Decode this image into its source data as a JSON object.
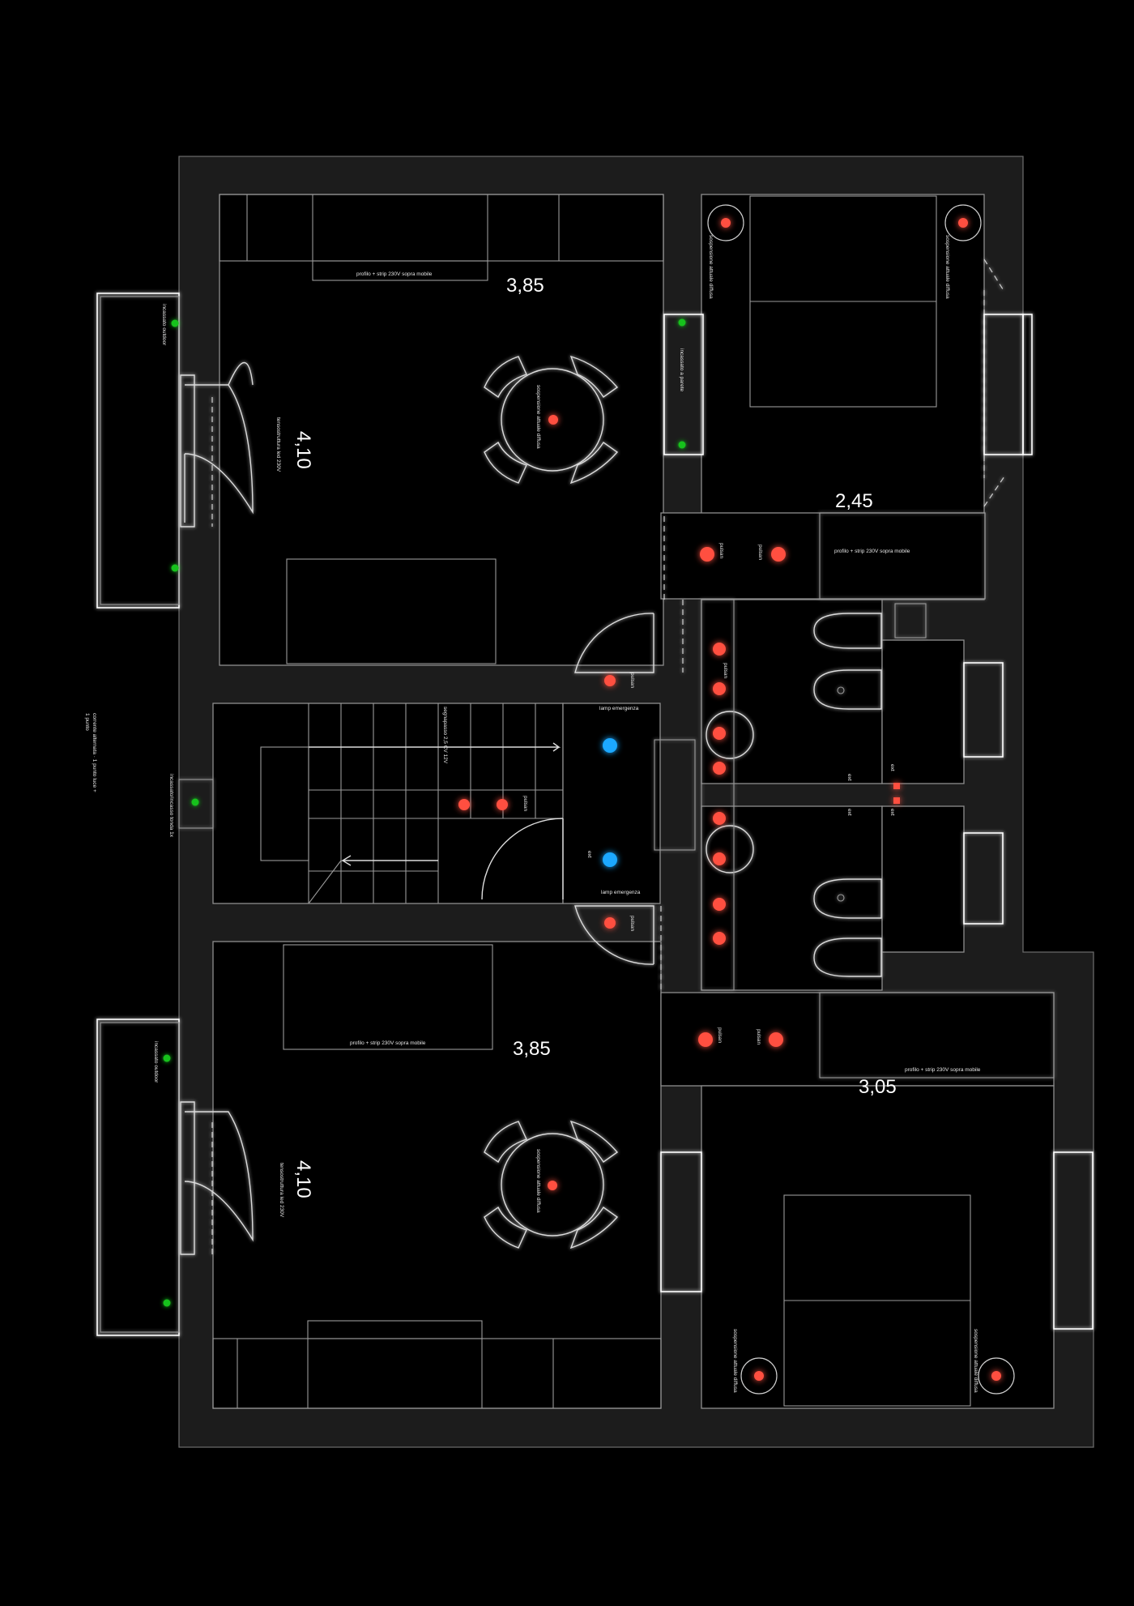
{
  "dimensions": {
    "top_left_width": "3,85",
    "top_left_depth": "4,10",
    "top_right_width": "2,45",
    "bottom_left_width": "3,85",
    "bottom_left_depth": "4,10",
    "bottom_right_width": "3,05"
  },
  "notes": {
    "profile_strip": "profilo + strip 230V sopra mobile",
    "suspension": "sospensione attuale diffusa",
    "wall_strip": "tensostruttura led 230V",
    "pulsante": "pulsan",
    "lamp_emergenza": "lamp emergenza",
    "segnapasso": "segnapasso 2,5 CV 12V",
    "recessed": "incassato a parete",
    "rec_outdoor": "incassato outdoor",
    "extra": "ext",
    "legend_side": "corrente alternata · 1 punto luce +",
    "legend_side_2": "1 punto",
    "side_left": "incassato/incasso tonda 1x"
  },
  "colors": {
    "led": "#ff5a1a",
    "fixture": "#ff5040",
    "emergency": "#1aa8ff",
    "outdoor": "#19c21a"
  }
}
